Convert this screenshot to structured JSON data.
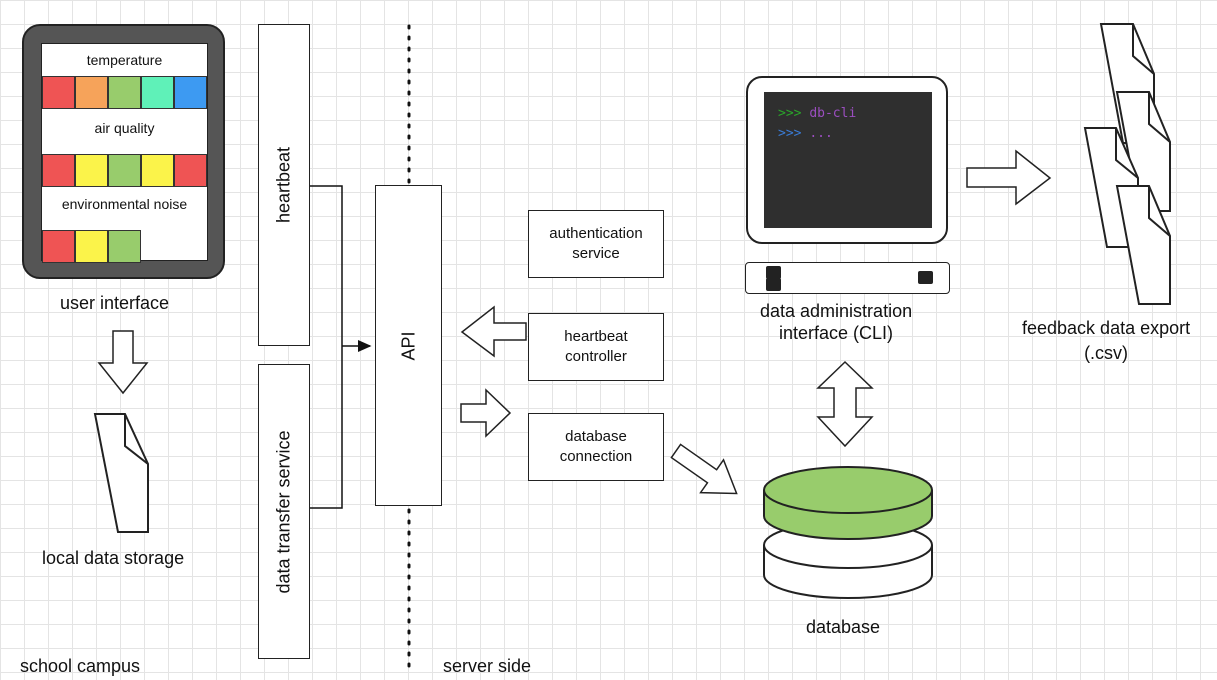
{
  "left_zone": {
    "ui": {
      "sections": [
        {
          "label": "temperature",
          "colors": [
            "#ef5454",
            "#f6a35a",
            "#98cc6c",
            "#5ff1b8",
            "#3d9af2"
          ]
        },
        {
          "label": "air quality",
          "colors": [
            "#ef5454",
            "#fbf34a",
            "#98cc6c",
            "#fbf34a",
            "#ef5454"
          ]
        },
        {
          "label": "environmental noise",
          "colors": [
            "#ef5454",
            "#fbf34a",
            "#98cc6c"
          ]
        }
      ],
      "caption": "user interface"
    },
    "storage_caption": "local data storage",
    "zone_label": "school campus"
  },
  "services": {
    "heartbeat": "heartbeat",
    "data_transfer": "data transfer service",
    "api": "API"
  },
  "server": {
    "zone_label": "server side",
    "auth": [
      "authentication",
      "service"
    ],
    "heartbeat_controller": [
      "heartbeat",
      "controller"
    ],
    "db_connection": [
      "database",
      "connection"
    ]
  },
  "admin": {
    "terminal_lines": [
      {
        "prompt": ">>>",
        "text": "db-cli"
      },
      {
        "prompt": ">>>",
        "text": "..."
      }
    ],
    "caption": [
      "data administration",
      "interface (CLI)"
    ]
  },
  "database": {
    "caption": "database",
    "accent_color": "#98cc6c"
  },
  "export": {
    "caption": [
      "feedback data export",
      "(.csv)"
    ]
  }
}
